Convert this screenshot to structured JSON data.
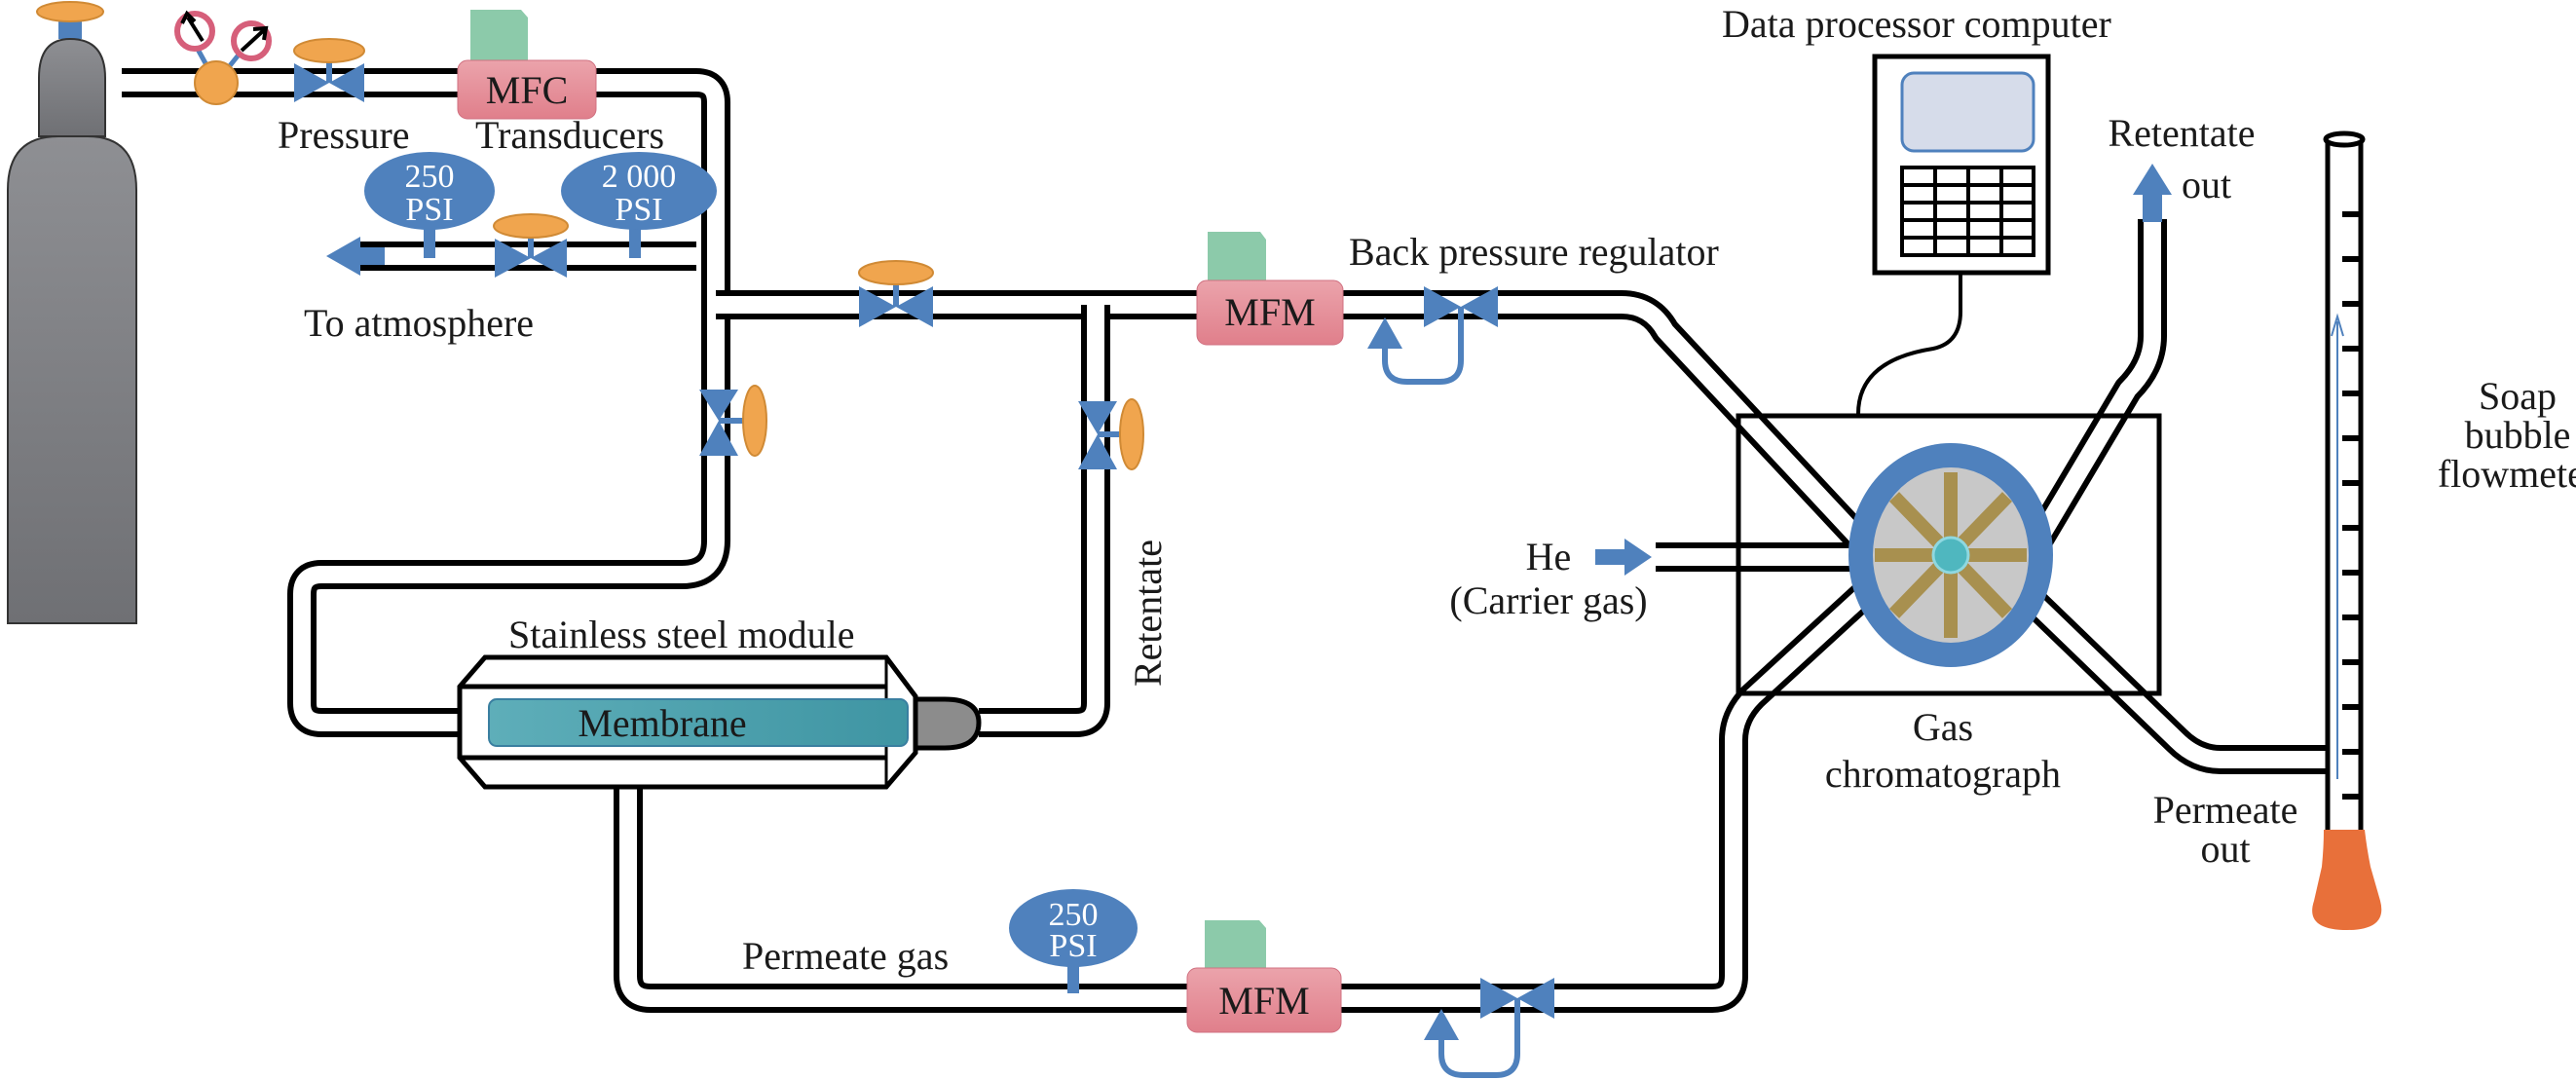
{
  "figure": {
    "title": "Gas permeation test rig schematic",
    "colors": {
      "pipe": "#000000",
      "valve": "#4f81bd",
      "handle": "#f0a54e",
      "mass_flow_box": "#e88f99",
      "mass_flow_top": "#8ccaaa",
      "cylinder": "#8a8b8f",
      "membrane": "#4ba3b0",
      "gc_ring": "#4f81bd",
      "gc_disc": "#c8c8c8",
      "gc_spokes": "#a8904f",
      "gc_hub": "#4fb7bf",
      "screen": "#d6dcea",
      "bulb": "#e8703a",
      "gauge_ring": "#d65f7a"
    }
  },
  "labels": {
    "pressure": "Pressure",
    "transducers": "Transducers",
    "to_atmosphere": "To atmosphere",
    "back_pressure_regulator": "Back pressure regulator",
    "data_processor_computer": "Data processor computer",
    "retentate_out_line1": "Retentate",
    "retentate_out_line2": "out",
    "soap_line1": "Soap",
    "soap_line2": "bubble",
    "soap_line3": "flowmeter",
    "stainless_steel_module": "Stainless steel module",
    "membrane": "Membrane",
    "retentate_vertical": "Retentate",
    "he_line1": "He",
    "he_line2": "(Carrier gas)",
    "gc_line1": "Gas",
    "gc_line2": "chromatograph",
    "permeate_out_line1": "Permeate",
    "permeate_out_line2": "out",
    "permeate_gas": "Permeate gas"
  },
  "devices": {
    "mfc": "MFC",
    "mfm_top": "MFM",
    "mfm_bottom": "MFM"
  },
  "gauges": [
    {
      "value": "250",
      "unit": "PSI"
    },
    {
      "value": "2 000",
      "unit": "PSI"
    },
    {
      "value": "250",
      "unit": "PSI"
    }
  ]
}
